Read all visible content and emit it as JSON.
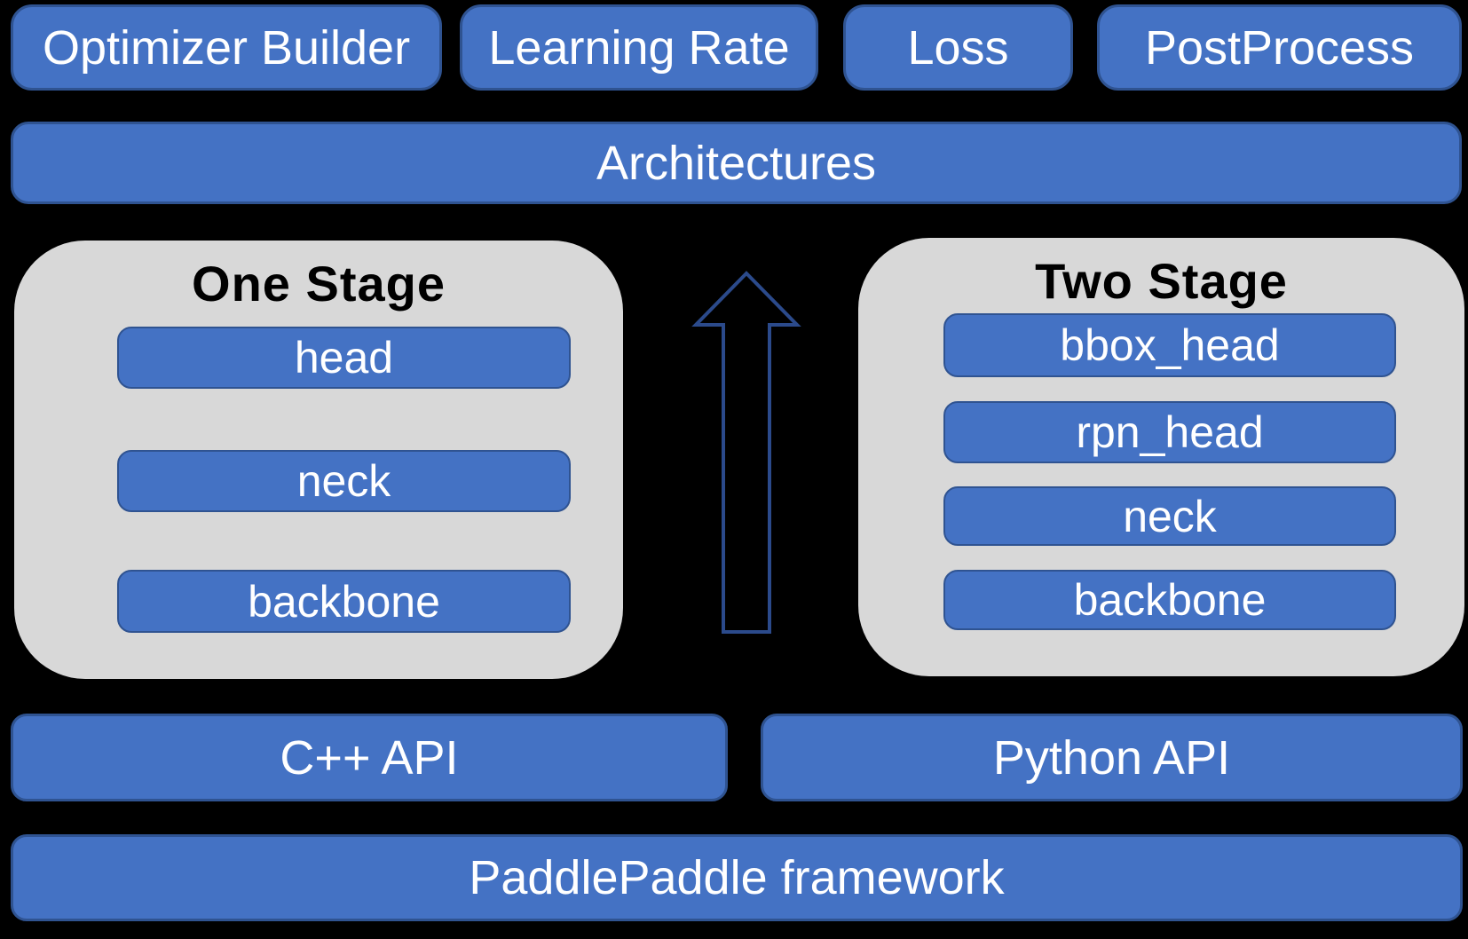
{
  "colors": {
    "background": "#000000",
    "box_fill": "#4472C4",
    "box_border": "#2F5391",
    "panel_fill": "#D8D8D8",
    "panel_title": "#000000",
    "text": "#FFFFFF",
    "arrow_stroke": "#2B4A8B"
  },
  "top_row": {
    "optimizer_builder": "Optimizer Builder",
    "learning_rate": "Learning Rate",
    "loss": "Loss",
    "post_process": "PostProcess"
  },
  "architectures": {
    "label": "Architectures"
  },
  "one_stage": {
    "title": "One Stage",
    "items": {
      "head": "head",
      "neck": "neck",
      "backbone": "backbone"
    }
  },
  "two_stage": {
    "title": "Two Stage",
    "items": {
      "bbox_head": "bbox_head",
      "rpn_head": "rpn_head",
      "neck": "neck",
      "backbone": "backbone"
    }
  },
  "api_row": {
    "cpp": "C++ API",
    "python": "Python API"
  },
  "framework": {
    "label": "PaddlePaddle framework"
  },
  "icons": {
    "up_arrow": "up-arrow-icon"
  }
}
